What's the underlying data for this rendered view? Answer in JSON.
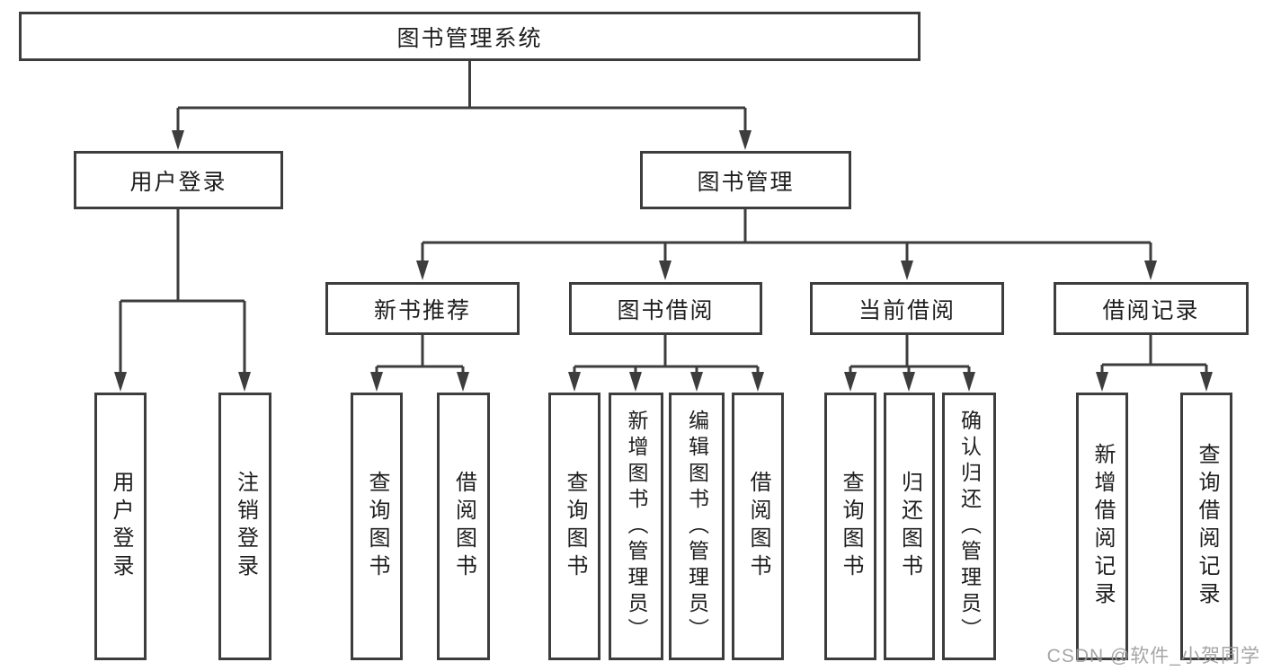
{
  "colors": {
    "line": "#3d3d3d",
    "text": "#1e1e1e",
    "background": "#ffffff",
    "watermark": "#9c9c9c"
  },
  "nodes": {
    "root": {
      "label": "图书管理系统"
    },
    "level2": [
      {
        "label": "用户登录"
      },
      {
        "label": "图书管理"
      }
    ],
    "level3": [
      {
        "label": "新书推荐"
      },
      {
        "label": "图书借阅"
      },
      {
        "label": "当前借阅"
      },
      {
        "label": "借阅记录"
      }
    ],
    "leaves": [
      {
        "label": "用户登录"
      },
      {
        "label": "注销登录"
      },
      {
        "label": "查询图书"
      },
      {
        "label": "借阅图书"
      },
      {
        "label": "查询图书"
      },
      {
        "label": "新增图书（管理员）"
      },
      {
        "label": "编辑图书（管理员）"
      },
      {
        "label": "借阅图书"
      },
      {
        "label": "查询图书"
      },
      {
        "label": "归还图书"
      },
      {
        "label": "确认归还（管理员）"
      },
      {
        "label": "新增借阅记录"
      },
      {
        "label": "查询借阅记录"
      }
    ]
  },
  "watermark": {
    "text": "CSDN @软件_小贺同学"
  }
}
